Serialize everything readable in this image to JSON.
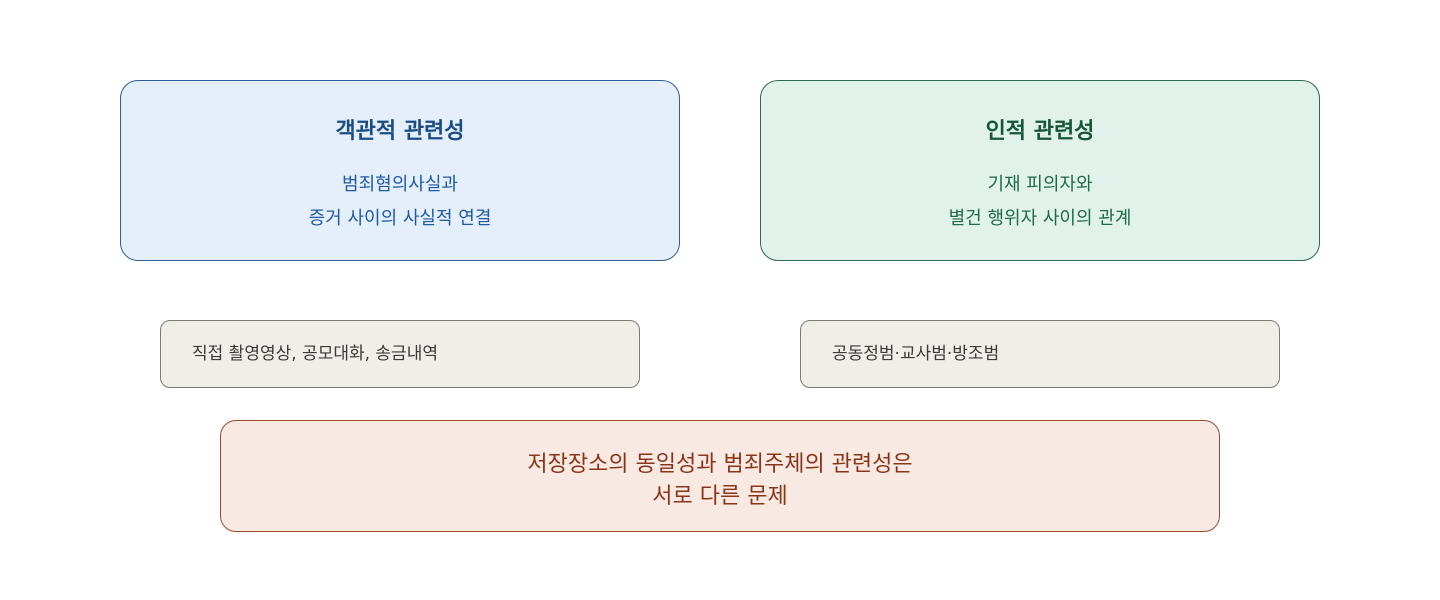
{
  "objective": {
    "title": "객관적 관련성",
    "desc_line1": "범죄혐의사실과",
    "desc_line2": "증거 사이의 사실적 연결"
  },
  "personal": {
    "title": "인적 관련성",
    "desc_line1": "기재 피의자와",
    "desc_line2": "별건 행위자 사이의 관계"
  },
  "examples": {
    "left": "직접 촬영영상, 공모대화, 송금내역",
    "right": "공동정범·교사범·방조범"
  },
  "conclusion": {
    "line1": "저장장소의 동일성과 범죄주체의 관련성은",
    "line2": "서로 다른 문제"
  },
  "colors": {
    "objective_fill": "#e4effa",
    "objective_text": "#1b4c86",
    "personal_fill": "#e1f2ea",
    "personal_text": "#16573a",
    "example_fill": "#f0eee9",
    "conclusion_fill": "#f9e9e3",
    "conclusion_text": "#8a3518"
  }
}
